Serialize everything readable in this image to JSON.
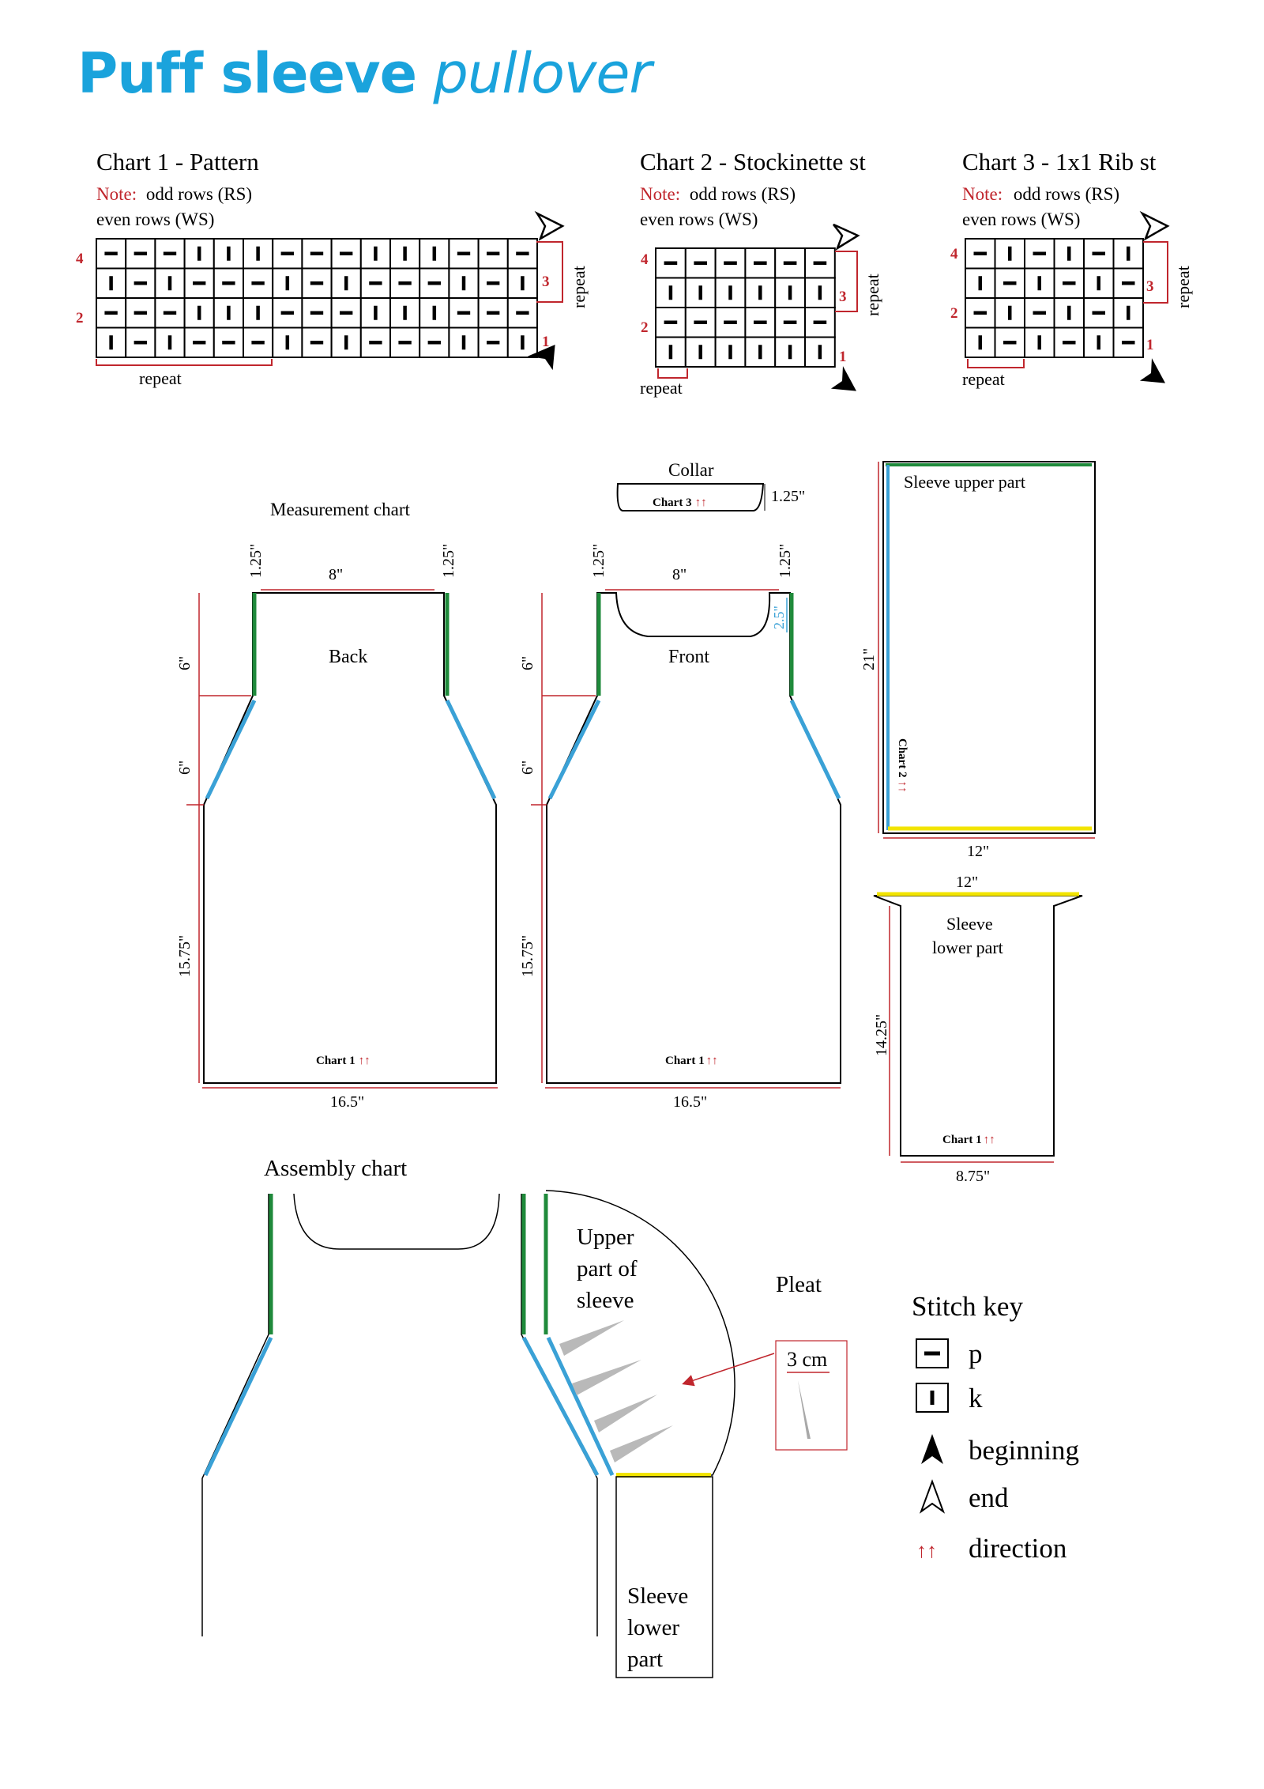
{
  "title": {
    "bold": "Puff sleeve",
    "light": "pullover"
  },
  "charts": [
    {
      "heading": "Chart 1 - Pattern",
      "note_label": "Note:",
      "note_odd": "odd rows (RS)",
      "note_even": "even rows (WS)",
      "rows": [
        "ppp kkk ppp kkk ppp",
        "kpk ppp kpk ppp kpk",
        "ppp kkk ppp kkk ppp",
        "kpk ppp kpk ppp kpk"
      ],
      "row_numbers": [
        "4",
        "3",
        "2",
        "1"
      ],
      "repeat_label": "repeat"
    },
    {
      "heading": "Chart 2 - Stockinette st",
      "note_label": "Note:",
      "note_odd": "odd rows (RS)",
      "note_even": "even rows (WS)",
      "rows": [
        "pppppp",
        "kkkkkk",
        "pppppp",
        "kkkkkk"
      ],
      "row_numbers": [
        "4",
        "3",
        "2",
        "1"
      ],
      "repeat_label": "repeat"
    },
    {
      "heading": "Chart 3 - 1x1 Rib st",
      "note_label": "Note:",
      "note_odd": "odd rows (RS)",
      "note_even": "even rows (WS)",
      "rows": [
        "pkpkpk",
        "kpkpkp",
        "pkpkpk",
        "kpkpkp"
      ],
      "row_numbers": [
        "4",
        "3",
        "2",
        "1"
      ],
      "repeat_label": "repeat"
    }
  ],
  "measurement": {
    "title": "Measurement chart",
    "back": {
      "label": "Back",
      "chart": "Chart 1",
      "top_width": "8\"",
      "shoulder": "1.25\"",
      "yoke": "6\"",
      "armhole": "6\"",
      "body": "15.75\"",
      "width": "16.5\""
    },
    "front": {
      "label": "Front",
      "chart": "Chart 1",
      "top_width": "8\"",
      "shoulder": "1.25\"",
      "neck_depth": "2.5\"",
      "yoke": "6\"",
      "armhole": "6\"",
      "body": "15.75\"",
      "width": "16.5\""
    },
    "collar": {
      "label": "Collar",
      "chart": "Chart 3",
      "height": "1.25\""
    },
    "sleeve_upper": {
      "label": "Sleeve upper part",
      "chart": "Chart 2",
      "height": "21\"",
      "width": "12\""
    },
    "sleeve_lower": {
      "label_1": "Sleeve",
      "label_2": "lower part",
      "chart": "Chart 1",
      "top_width": "12\"",
      "height": "14.25\"",
      "width": "8.75\""
    }
  },
  "assembly": {
    "title": "Assembly chart",
    "upper_sleeve": [
      "Upper",
      "part of",
      "sleeve"
    ],
    "lower_sleeve": [
      "Sleeve",
      "lower",
      "part"
    ],
    "pleat_label": "Pleat",
    "pleat_size": "3 cm"
  },
  "stitch_key": {
    "title": "Stitch key",
    "purl": "p",
    "knit": "k",
    "beginning": "beginning",
    "end": "end",
    "direction": "direction"
  },
  "colors": {
    "title": "#1aa3dc",
    "accent_red": "#c0262d",
    "seam_green": "#1f8a3b",
    "seam_blue": "#3aa1d6",
    "seam_yellow": "#f2e400"
  }
}
